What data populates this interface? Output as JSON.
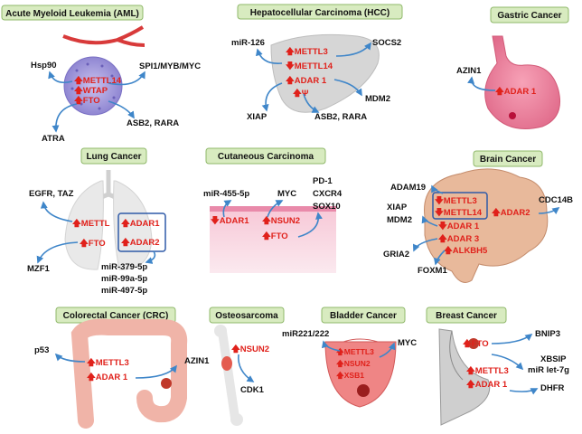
{
  "panels": {
    "aml": {
      "title": "Acute Myeloid Leukemia (AML)",
      "markers": [
        "METTL14",
        "WTAP",
        "FTO"
      ],
      "targets": {
        "hsp90": "Hsp90",
        "spi1": "SPI1/MYB/MYC",
        "atra": "ATRA",
        "asb2": "ASB2, RARA"
      }
    },
    "hcc": {
      "title": "Hepatocellular Carcinoma (HCC)",
      "markers": [
        "METTL3",
        "METTL14",
        "ADAR 1",
        "Ψ"
      ],
      "targets": {
        "mir126": "miR-126",
        "socs2": "SOCS2",
        "xiap": "XIAP",
        "mdm2": "MDM2",
        "asb2": "ASB2, RARA"
      }
    },
    "gastric": {
      "title": "Gastric Cancer",
      "markers": [
        "ADAR 1"
      ],
      "targets": {
        "azin1": "AZIN1"
      }
    },
    "lung": {
      "title": "Lung  Cancer",
      "markers": [
        "METTL",
        "FTO",
        "ADAR1",
        "ADAR2"
      ],
      "targets": {
        "egfr": "EGFR, TAZ",
        "mzf1": "MZF1",
        "mirs": [
          "miR-379-5p",
          "miR-99a-5p",
          "miR-497-5p"
        ]
      }
    },
    "cutaneous": {
      "title": "Cutaneous Carcinoma",
      "markers": [
        "ADAR1",
        "NSUN2",
        "FTO"
      ],
      "targets": {
        "mir455": "miR-455-5p",
        "myc": "MYC",
        "pd1": [
          "PD-1",
          "CXCR4",
          "SOX10"
        ]
      }
    },
    "brain": {
      "title": "Brain Cancer",
      "markers": [
        "METTL3",
        "METTL14",
        "ADAR 1",
        "ADAR 3",
        "ALKBH5",
        "ADAR2"
      ],
      "targets": {
        "adam19": "ADAM19",
        "xiap": "XIAP",
        "mdm2": "MDM2",
        "cdc14b": "CDC14B",
        "gria2": "GRIA2",
        "foxm1": "FOXM1"
      }
    },
    "crc": {
      "title": "Colorectal Cancer (CRC)",
      "markers": [
        "METTL3",
        "ADAR 1"
      ],
      "targets": {
        "p53": "p53",
        "azin1": "AZIN1"
      }
    },
    "osteo": {
      "title": "Osteosarcoma",
      "markers": [
        "NSUN2"
      ],
      "targets": {
        "cdk1": "CDK1"
      }
    },
    "bladder": {
      "title": "Bladder Cancer",
      "markers": [
        "METTL3",
        "NSUN2",
        "XSB1"
      ],
      "targets": {
        "mir221": "miR221/222",
        "myc": "MYC"
      }
    },
    "breast": {
      "title": "Breast Cancer",
      "markers": [
        "FTO",
        "METTL3",
        "ADAR 1"
      ],
      "targets": {
        "bnip3": "BNIP3",
        "xbsip": "XBSIP",
        "mirlet": "miR let-7g",
        "dhfr": "DHFR"
      }
    }
  },
  "symbols": {
    "up": "🡅",
    "down": "🡇"
  },
  "colors": {
    "header_fill": "#d8ebc0",
    "header_stroke": "#8fb86a",
    "marker_red": "#e0211b",
    "arrow_blue": "#3f86c9"
  }
}
